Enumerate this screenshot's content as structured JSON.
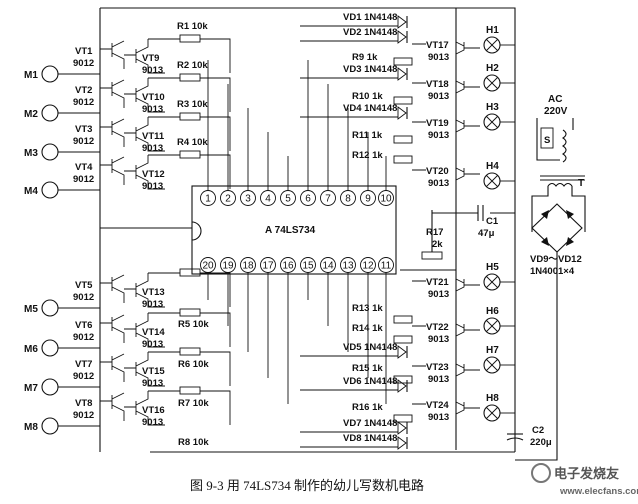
{
  "figure": {
    "caption": "图 9-3    用 74LS734 制作的幼儿写数机电路",
    "chip_label": "A  74LS734",
    "chip_pins_top": [
      "1",
      "2",
      "3",
      "4",
      "5",
      "6",
      "7",
      "8",
      "9",
      "10"
    ],
    "chip_pins_bottom": [
      "20",
      "19",
      "18",
      "17",
      "16",
      "15",
      "14",
      "13",
      "12",
      "11"
    ]
  },
  "buttons": [
    "M1",
    "M2",
    "M3",
    "M4",
    "M5",
    "M6",
    "M7",
    "M8"
  ],
  "transistors_left": [
    {
      "name": "VT1",
      "type": "9012"
    },
    {
      "name": "VT2",
      "type": "9012"
    },
    {
      "name": "VT3",
      "type": "9012"
    },
    {
      "name": "VT4",
      "type": "9012"
    },
    {
      "name": "VT5",
      "type": "9012"
    },
    {
      "name": "VT6",
      "type": "9012"
    },
    {
      "name": "VT7",
      "type": "9012"
    },
    {
      "name": "VT8",
      "type": "9012"
    }
  ],
  "transistors_mid": [
    {
      "name": "VT9",
      "type": "9013"
    },
    {
      "name": "VT10",
      "type": "9013"
    },
    {
      "name": "VT11",
      "type": "9013"
    },
    {
      "name": "VT12",
      "type": "9013"
    },
    {
      "name": "VT13",
      "type": "9013"
    },
    {
      "name": "VT14",
      "type": "9013"
    },
    {
      "name": "VT15",
      "type": "9013"
    },
    {
      "name": "VT16",
      "type": "9013"
    }
  ],
  "resistors_upper": [
    "R1  10k",
    "R2  10k",
    "R3  10k",
    "R4  10k"
  ],
  "resistors_lower": [
    "R5  10k",
    "R6  10k",
    "R7  10k",
    "R8  10k"
  ],
  "diodes_upper": [
    "VD1  1N4148",
    "VD2  1N4148",
    "VD3  1N4148",
    "VD4  1N4148"
  ],
  "diodes_lower": [
    "VD5  1N4148",
    "VD6  1N4148",
    "VD7  1N4148",
    "VD8  1N4148"
  ],
  "resistors_1k_upper": [
    "R9  1k",
    "R10  1k",
    "R11  1k",
    "R12  1k"
  ],
  "resistors_1k_lower": [
    "R13  1k",
    "R14  1k",
    "R15  1k",
    "R16  1k"
  ],
  "transistors_right": [
    {
      "name": "VT17",
      "type": "9013"
    },
    {
      "name": "VT18",
      "type": "9013"
    },
    {
      "name": "VT19",
      "type": "9013"
    },
    {
      "name": "VT20",
      "type": "9013"
    },
    {
      "name": "VT21",
      "type": "9013"
    },
    {
      "name": "VT22",
      "type": "9013"
    },
    {
      "name": "VT23",
      "type": "9013"
    },
    {
      "name": "VT24",
      "type": "9013"
    }
  ],
  "lamps": [
    "H1",
    "H2",
    "H3",
    "H4",
    "H5",
    "H6",
    "H7",
    "H8"
  ],
  "r17": {
    "name": "R17",
    "value": "2k"
  },
  "c1": {
    "name": "C1",
    "value": "47μ"
  },
  "c2": {
    "name": "C2",
    "value": "220μ"
  },
  "power": {
    "ac_label": "AC",
    "ac_voltage": "220V",
    "transformer": "T",
    "s_label": "S",
    "bridge_name": "VD9～VD12",
    "bridge_part": "1N4001×4"
  },
  "watermark": "电子发烧友",
  "watermark_url": "www.elecfans.com"
}
